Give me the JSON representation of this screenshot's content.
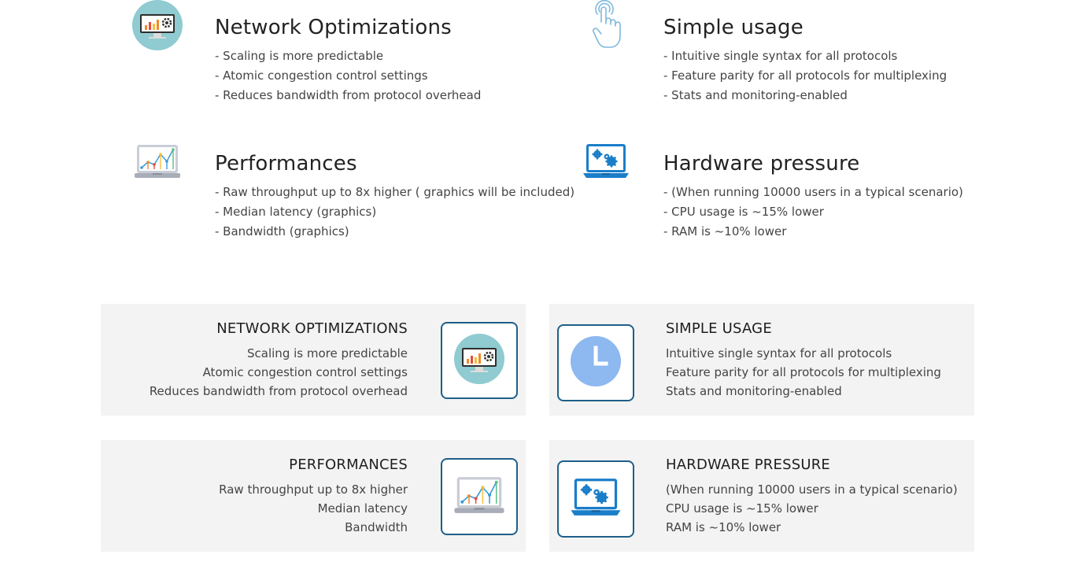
{
  "features": [
    {
      "title": "Network Optimizations",
      "icon": "monitor-chart-icon",
      "items": [
        "- Scaling is more predictable",
        "- Atomic congestion control settings",
        "- Reduces bandwidth from protocol overhead"
      ]
    },
    {
      "title": "Simple usage",
      "icon": "touch-hand-icon",
      "items": [
        "- Intuitive single syntax for all protocols",
        "- Feature parity for all protocols for multiplexing",
        "- Stats and monitoring-enabled"
      ]
    },
    {
      "title": "Performances",
      "icon": "laptop-graph-icon",
      "items": [
        "- Raw throughput up to 8x higher ( graphics will be included)",
        "- Median latency (graphics)",
        "- Bandwidth (graphics)"
      ]
    },
    {
      "title": "Hardware pressure",
      "icon": "laptop-gears-icon",
      "items": [
        "- (When running 10000 users in a typical scenario)",
        "- CPU usage is ~15% lower",
        "- RAM is ~10% lower"
      ]
    }
  ],
  "cards": [
    {
      "title": "NETWORK OPTIMIZATIONS",
      "icon": "monitor-chart-icon",
      "items": [
        "Scaling is more predictable",
        "Atomic congestion control settings",
        "Reduces bandwidth from protocol overhead"
      ]
    },
    {
      "title": "SIMPLE USAGE",
      "icon": "clock-icon",
      "items": [
        "Intuitive single syntax for all protocols",
        "Feature parity for all protocols for multiplexing",
        "Stats and monitoring-enabled"
      ]
    },
    {
      "title": "PERFORMANCES",
      "icon": "laptop-graph-icon",
      "items": [
        "Raw throughput up to 8x higher",
        "Median latency",
        "Bandwidth"
      ]
    },
    {
      "title": "HARDWARE PRESSURE",
      "icon": "laptop-gears-icon",
      "items": [
        "(When running 10000 users in a typical scenario)",
        "CPU usage is ~15% lower",
        "RAM is ~10% lower"
      ]
    }
  ],
  "colors": {
    "card_bg": "#f3f3f3",
    "icon_border": "#1e5f89",
    "teal": "#8fcbd0",
    "blue": "#1a7ec9",
    "clock_blue": "#8db8f0"
  }
}
